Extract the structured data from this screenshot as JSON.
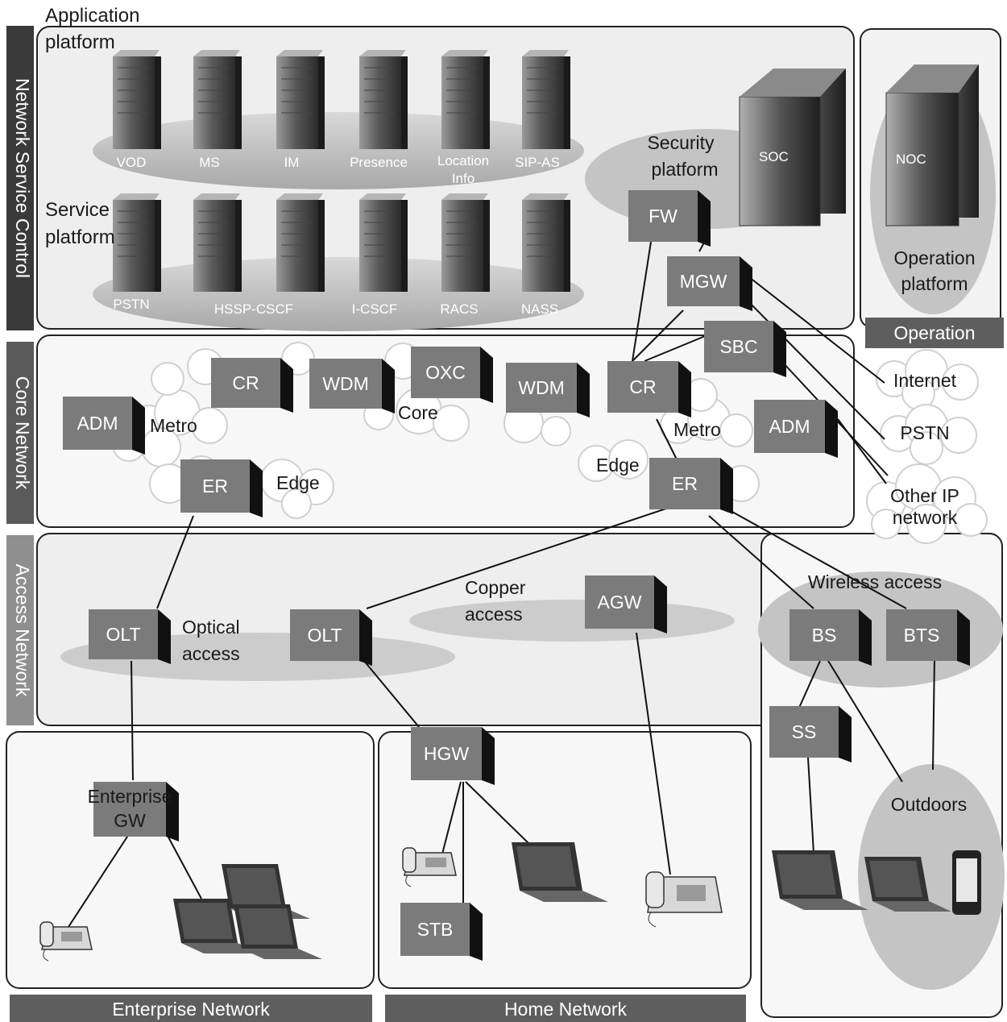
{
  "side_bars": {
    "service_control": "Network Service Control",
    "core": "Core Network",
    "access": "Access Network"
  },
  "bottom_bars": {
    "enterprise": "Enterprise Network",
    "home": "Home Network",
    "operation": "Operation"
  },
  "platforms": {
    "application": [
      "Application",
      "platform"
    ],
    "service": [
      "Service",
      "platform"
    ],
    "security": [
      "Security",
      "platform"
    ],
    "operation": [
      "Operation",
      "platform"
    ]
  },
  "app_servers": [
    "VOD",
    "MS",
    "IM",
    "Presence",
    "Location Info",
    "SIP-AS"
  ],
  "app_server_location_lines": [
    "Location",
    "Info"
  ],
  "service_servers": [
    "PSTN",
    "HSSP-CSCF",
    "I-CSCF",
    "RACS",
    "NASS"
  ],
  "big_servers": {
    "soc": "SOC",
    "noc": "NOC"
  },
  "nodes": {
    "fw": "FW",
    "mgw": "MGW",
    "sbc": "SBC",
    "cr_left": "CR",
    "cr_right": "CR",
    "wdm_left": "WDM",
    "wdm_right": "WDM",
    "oxc": "OXC",
    "adm_left": "ADM",
    "adm_right": "ADM",
    "er_left": "ER",
    "er_right": "ER",
    "olt_left": "OLT",
    "olt_right": "OLT",
    "agw": "AGW",
    "bs": "BS",
    "bts": "BTS",
    "ss": "SS",
    "hgw": "HGW",
    "stb": "STB",
    "enterprise_gw": [
      "Enterprise",
      "GW"
    ]
  },
  "clouds": {
    "metro_left": "Metro",
    "core": "Core",
    "metro_right": "Metro",
    "edge_left": "Edge",
    "edge_right": "Edge",
    "internet": "Internet",
    "pstn": "PSTN",
    "other_ip": [
      "Other IP",
      "network"
    ]
  },
  "access_labels": {
    "optical": [
      "Optical",
      "access"
    ],
    "copper": [
      "Copper",
      "access"
    ],
    "wireless": "Wireless access",
    "outdoors": "Outdoors"
  },
  "colors": {
    "node_fill": "#7b7b7b",
    "node_side": "#111111",
    "ellipse": "#c9c9c9",
    "bar": "#5e5e5e",
    "panel_bg": "#eeeeee"
  }
}
